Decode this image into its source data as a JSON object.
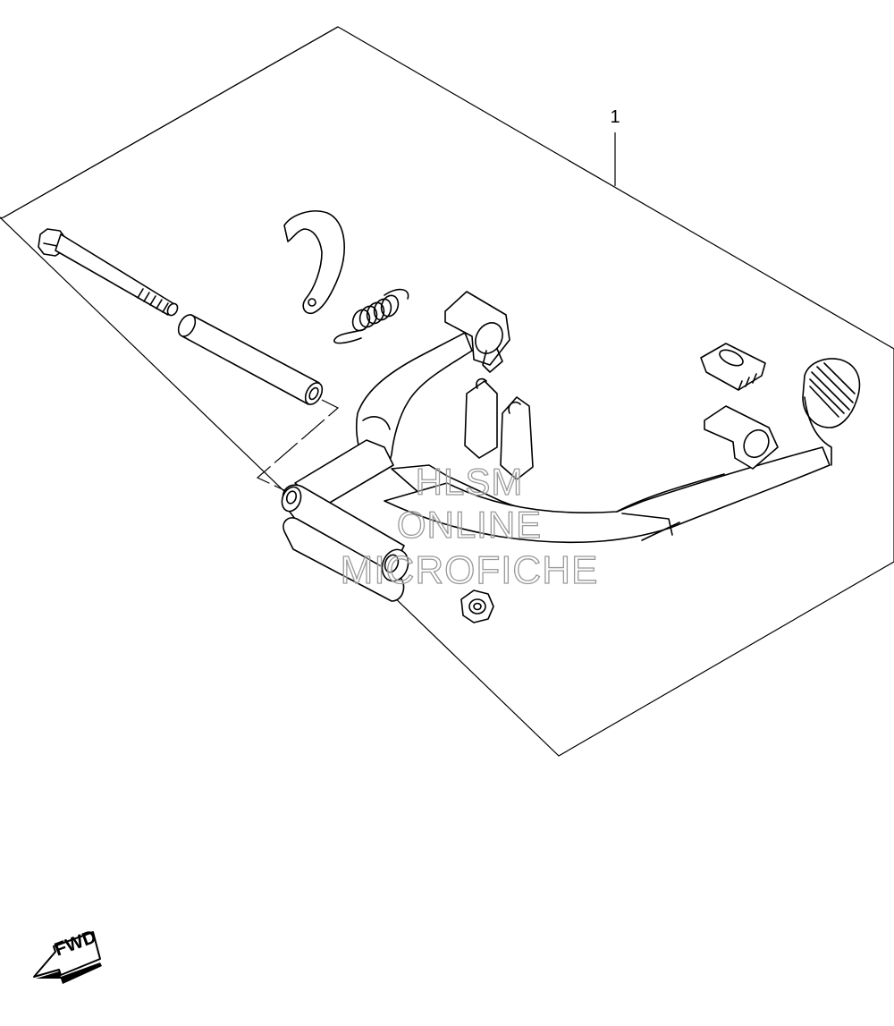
{
  "diagram": {
    "callout_number": "1",
    "watermark": [
      "HLSM",
      "ONLINE",
      "MICROFICHE"
    ],
    "direction_label": "FWD"
  }
}
